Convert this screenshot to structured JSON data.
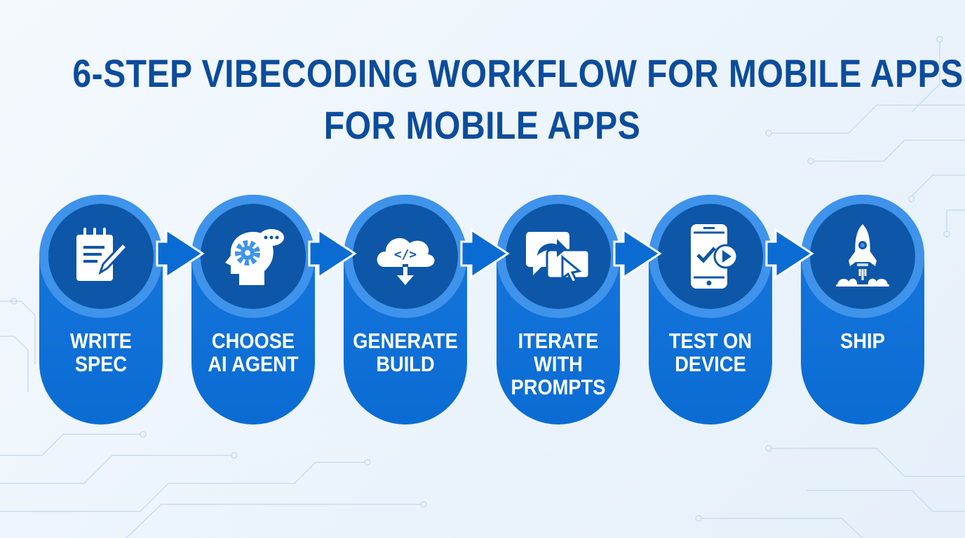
{
  "title": {
    "line1": "6-STEP VIBECODING WORKFLOW FOR MOBILE APPS",
    "line2": "FOR MOBILE APPS"
  },
  "colors": {
    "title": "#0c4c9c",
    "pill": "#0a6cd3",
    "ring": "#3f93ea",
    "inner": "#0d56a8",
    "arrow": "#0a6cd3"
  },
  "steps": [
    {
      "icon": "notepad-pencil-icon",
      "lines": [
        "WRITE",
        "SPEC"
      ]
    },
    {
      "icon": "head-gear-thought-icon",
      "lines": [
        "CHOOSE",
        "AI AGENT"
      ]
    },
    {
      "icon": "cloud-code-download-icon",
      "lines": [
        "GENERATE",
        "BUILD"
      ]
    },
    {
      "icon": "chat-arrow-cursor-icon",
      "lines": [
        "ITERATE",
        "WITH",
        "PROMPTS"
      ]
    },
    {
      "icon": "phone-check-play-icon",
      "lines": [
        "TEST ON",
        "DEVICE"
      ]
    },
    {
      "icon": "rocket-launch-icon",
      "lines": [
        "SHIP"
      ]
    }
  ]
}
